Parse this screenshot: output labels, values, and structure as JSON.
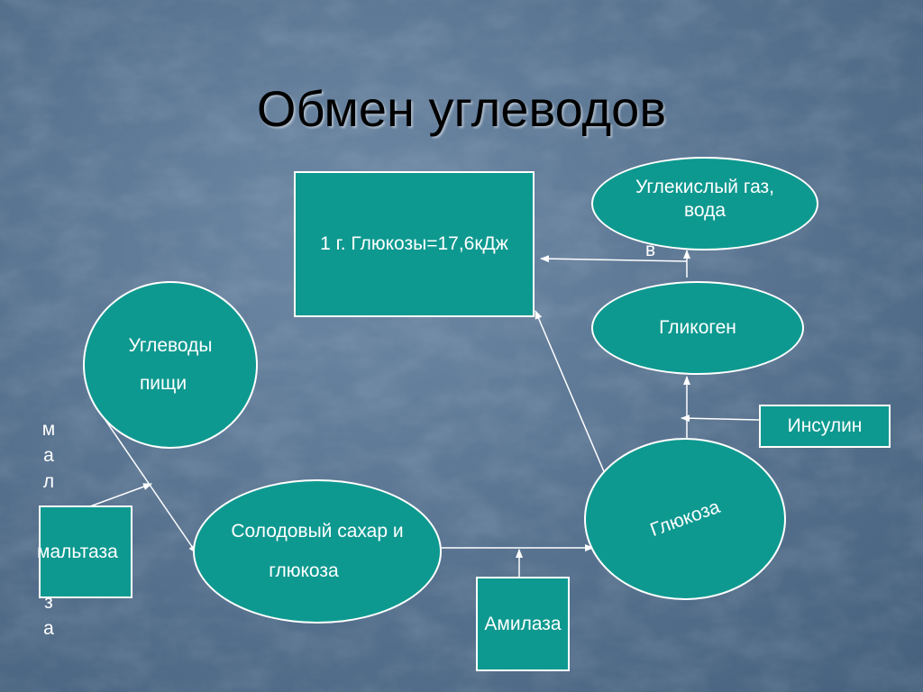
{
  "slide": {
    "title": "Обмен углеводов"
  },
  "nodes": {
    "energy_box": "1 г. Глюкозы=17,6кДж",
    "co2_water_line1": "Углекислый газ,",
    "co2_water_line2": "вода",
    "co2_suffix": "в",
    "glycogen": "Гликоген",
    "food_carbs_line1": "Углеводы",
    "food_carbs_line2": "пищи",
    "insulin": "Инсулин",
    "maltose_line1": "Солодовый сахар и",
    "maltose_line2": "глюкоза",
    "glucose": "Глюкоза",
    "maltase": "мальтаза",
    "amylase": "Амилаза"
  },
  "side_letters_top": [
    "м",
    "а",
    "л"
  ],
  "side_letters_bottom": [
    "з",
    "а"
  ],
  "colors": {
    "node_fill": "#0e9990",
    "node_border": "#ffffff",
    "arrow": "#ffffff"
  }
}
